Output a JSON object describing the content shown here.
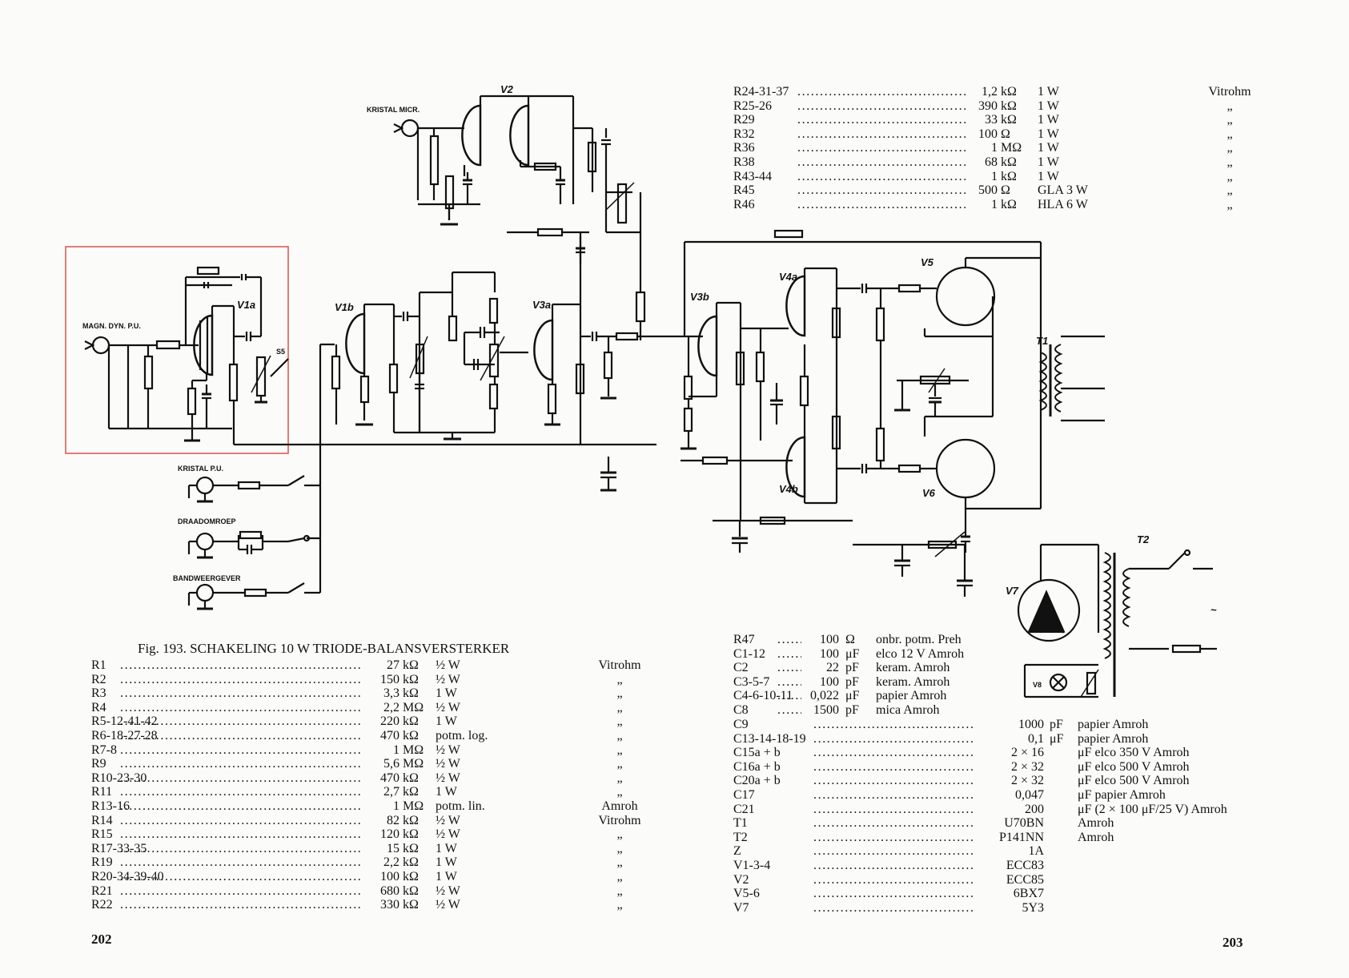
{
  "figure": {
    "caption": "Fig. 193.   SCHAKELING 10 W TRIODE-BALANSVERSTERKER"
  },
  "page_numbers": {
    "left": "202",
    "right": "203"
  },
  "schematic_labels": {
    "magn_pu": "MAGN. DYN. P.U.",
    "kristal_micr": "KRISTAL MICR.",
    "kristal_pu": "KRISTAL P.U.",
    "draadomroep": "DRAADOMROEP",
    "bandweergever": "BANDWEERGEVER",
    "v1a": "V1a",
    "v1b": "V1b",
    "v2": "V2",
    "v3a": "V3a",
    "v3b": "V3b",
    "v4a": "V4a",
    "v4b": "V4b",
    "v5": "V5",
    "v6": "V6",
    "v7": "V7",
    "v8": "V8",
    "t1": "T1",
    "t2": "T2",
    "s5": "S5",
    "tilde": "~"
  },
  "parts_left": [
    {
      "ref": "R1",
      "val": "27",
      "unit": "kΩ",
      "spec": "½ W",
      "make": "Vitrohm"
    },
    {
      "ref": "R2",
      "val": "150",
      "unit": "kΩ",
      "spec": "½ W",
      "make": "„"
    },
    {
      "ref": "R3",
      "val": "3,3",
      "unit": "kΩ",
      "spec": "1 W",
      "make": "„"
    },
    {
      "ref": "R4",
      "val": "2,2",
      "unit": "MΩ",
      "spec": "½ W",
      "make": "„"
    },
    {
      "ref": "R5-12-41-42",
      "val": "220",
      "unit": "kΩ",
      "spec": "1 W",
      "make": "„"
    },
    {
      "ref": "R6-18-27-28",
      "val": "470",
      "unit": "kΩ",
      "spec": "potm. log.",
      "make": "„"
    },
    {
      "ref": "R7-8",
      "val": "1",
      "unit": "MΩ",
      "spec": "½ W",
      "make": "„"
    },
    {
      "ref": "R9",
      "val": "5,6",
      "unit": "MΩ",
      "spec": "½ W",
      "make": "„"
    },
    {
      "ref": "R10-23-30",
      "val": "470",
      "unit": "kΩ",
      "spec": "½ W",
      "make": "„"
    },
    {
      "ref": "R11",
      "val": "2,7",
      "unit": "kΩ",
      "spec": "1 W",
      "make": "„"
    },
    {
      "ref": "R13-16",
      "val": "1",
      "unit": "MΩ",
      "spec": "potm. lin.",
      "make": "Amroh"
    },
    {
      "ref": "R14",
      "val": "82",
      "unit": "kΩ",
      "spec": "½ W",
      "make": "Vitrohm"
    },
    {
      "ref": "R15",
      "val": "120",
      "unit": "kΩ",
      "spec": "½ W",
      "make": "„"
    },
    {
      "ref": "R17-33-35",
      "val": "15",
      "unit": "kΩ",
      "spec": "1 W",
      "make": "„"
    },
    {
      "ref": "R19",
      "val": "2,2",
      "unit": "kΩ",
      "spec": "1 W",
      "make": "„"
    },
    {
      "ref": "R20-34-39-40",
      "val": "100",
      "unit": "kΩ",
      "spec": "1 W",
      "make": "„"
    },
    {
      "ref": "R21",
      "val": "680",
      "unit": "kΩ",
      "spec": "½ W",
      "make": "„"
    },
    {
      "ref": "R22",
      "val": "330",
      "unit": "kΩ",
      "spec": "½ W",
      "make": "„"
    }
  ],
  "parts_right_top": [
    {
      "ref": "R24-31-37",
      "val": "1,2",
      "unit": "kΩ",
      "spec": "1 W",
      "make": "Vitrohm"
    },
    {
      "ref": "R25-26",
      "val": "390",
      "unit": "kΩ",
      "spec": "1 W",
      "make": "„"
    },
    {
      "ref": "R29",
      "val": "33",
      "unit": "kΩ",
      "spec": "1 W",
      "make": "„"
    },
    {
      "ref": "R32",
      "val": "100",
      "unit": "Ω",
      "spec": "1 W",
      "make": "„"
    },
    {
      "ref": "R36",
      "val": "1",
      "unit": "MΩ",
      "spec": "1 W",
      "make": "„"
    },
    {
      "ref": "R38",
      "val": "68",
      "unit": "kΩ",
      "spec": "1 W",
      "make": "„"
    },
    {
      "ref": "R43-44",
      "val": "1",
      "unit": "kΩ",
      "spec": "1 W",
      "make": "„"
    },
    {
      "ref": "R45",
      "val": "500",
      "unit": "Ω",
      "spec": "GLA 3 W",
      "make": "„"
    },
    {
      "ref": "R46",
      "val": "1",
      "unit": "kΩ",
      "spec": "HLA 6 W",
      "make": "„"
    }
  ],
  "parts_right_mid": [
    {
      "ref": "R47",
      "val": "100",
      "unit": "Ω",
      "spec": "onbr. potm. Preh"
    },
    {
      "ref": "C1-12",
      "val": "100",
      "unit": "μF",
      "spec": "elco 12 V Amroh"
    },
    {
      "ref": "C2",
      "val": "22",
      "unit": "pF",
      "spec": "keram. Amroh"
    },
    {
      "ref": "C3-5-7",
      "val": "100",
      "unit": "pF",
      "spec": "keram. Amroh"
    },
    {
      "ref": "C4-6-10-11",
      "val": "0,022",
      "unit": "μF",
      "spec": "papier Amroh"
    },
    {
      "ref": "C8",
      "val": "1500",
      "unit": "pF",
      "spec": "mica Amroh"
    }
  ],
  "parts_right_bottom": [
    {
      "ref": "C9",
      "val": "1000",
      "unit": "pF",
      "spec": "papier Amroh"
    },
    {
      "ref": "C13-14-18-19",
      "val": "0,1",
      "unit": "μF",
      "spec": "papier Amroh"
    },
    {
      "ref": "C15a + b",
      "val": "2 × 16",
      "unit": "",
      "spec": "μF elco 350 V Amroh"
    },
    {
      "ref": "C16a + b",
      "val": "2 × 32",
      "unit": "",
      "spec": "μF elco 500 V Amroh"
    },
    {
      "ref": "C20a + b",
      "val": "2 × 32",
      "unit": "",
      "spec": "μF elco 500 V Amroh"
    },
    {
      "ref": "C17",
      "val": "0,047",
      "unit": "",
      "spec": "μF   papier Amroh"
    },
    {
      "ref": "C21",
      "val": "200",
      "unit": "",
      "spec": "μF   (2 × 100 μF/25 V)  Amroh"
    },
    {
      "ref": "T1",
      "val": "U70BN",
      "unit": "",
      "spec": "Amroh"
    },
    {
      "ref": "T2",
      "val": "P141NN",
      "unit": "",
      "spec": "Amroh"
    },
    {
      "ref": "Z",
      "val": "1A",
      "unit": "",
      "spec": ""
    },
    {
      "ref": "V1-3-4",
      "val": "ECC83",
      "unit": "",
      "spec": ""
    },
    {
      "ref": "V2",
      "val": "ECC85",
      "unit": "",
      "spec": ""
    },
    {
      "ref": "V5-6",
      "val": "6BX7",
      "unit": "",
      "spec": ""
    },
    {
      "ref": "V7",
      "val": "5Y3",
      "unit": "",
      "spec": ""
    }
  ]
}
